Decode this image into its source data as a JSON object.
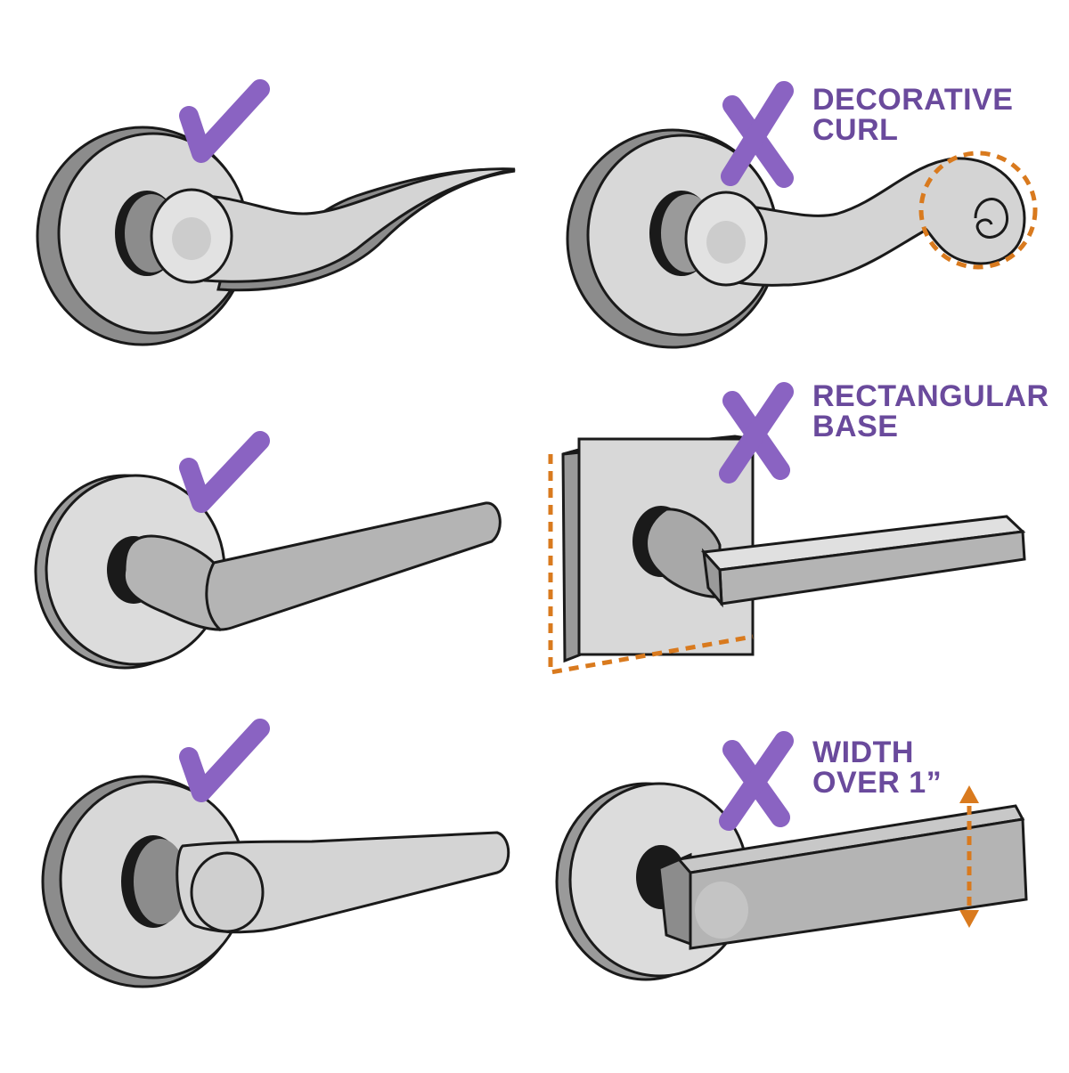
{
  "colors": {
    "accent_purple": "#8a63c2",
    "label_purple": "#6a4a9c",
    "highlight_orange": "#d97a1e",
    "metal_light": "#d8d8d8",
    "metal_mid": "#b4b4b4",
    "metal_dark": "#8c8c8c",
    "outline": "#1a1a1a"
  },
  "panels": [
    {
      "id": "curved-lever",
      "verdict": "check",
      "icon": "checkmark-icon"
    },
    {
      "id": "scroll-lever",
      "verdict": "cross",
      "icon": "x-mark-icon",
      "label_line1": "DECORATIVE",
      "label_line2": "CURL"
    },
    {
      "id": "straight-lever",
      "verdict": "check",
      "icon": "checkmark-icon"
    },
    {
      "id": "square-rose-lever",
      "verdict": "cross",
      "icon": "x-mark-icon",
      "label_line1": "RECTANGULAR",
      "label_line2": "BASE"
    },
    {
      "id": "tapered-lever",
      "verdict": "check",
      "icon": "checkmark-icon"
    },
    {
      "id": "wide-lever",
      "verdict": "cross",
      "icon": "x-mark-icon",
      "label_line1": "WIDTH",
      "label_line2": "OVER 1”"
    }
  ]
}
